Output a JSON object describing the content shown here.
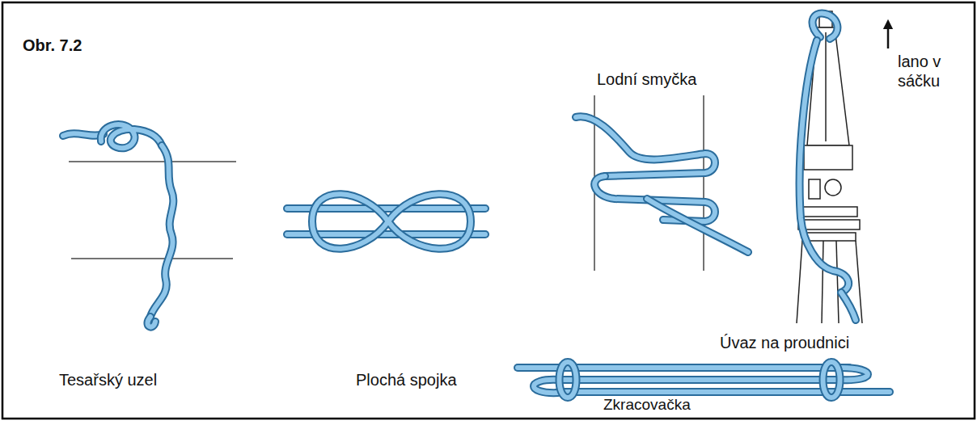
{
  "diagram": {
    "labels": [
      "Obr. 7.2",
      "Lodní smyčka",
      "lano v sáčku",
      "Tesařský uzel",
      "Plochá spojka",
      "Úvaz na proudnici",
      "Zkracovačka"
    ]
  }
}
